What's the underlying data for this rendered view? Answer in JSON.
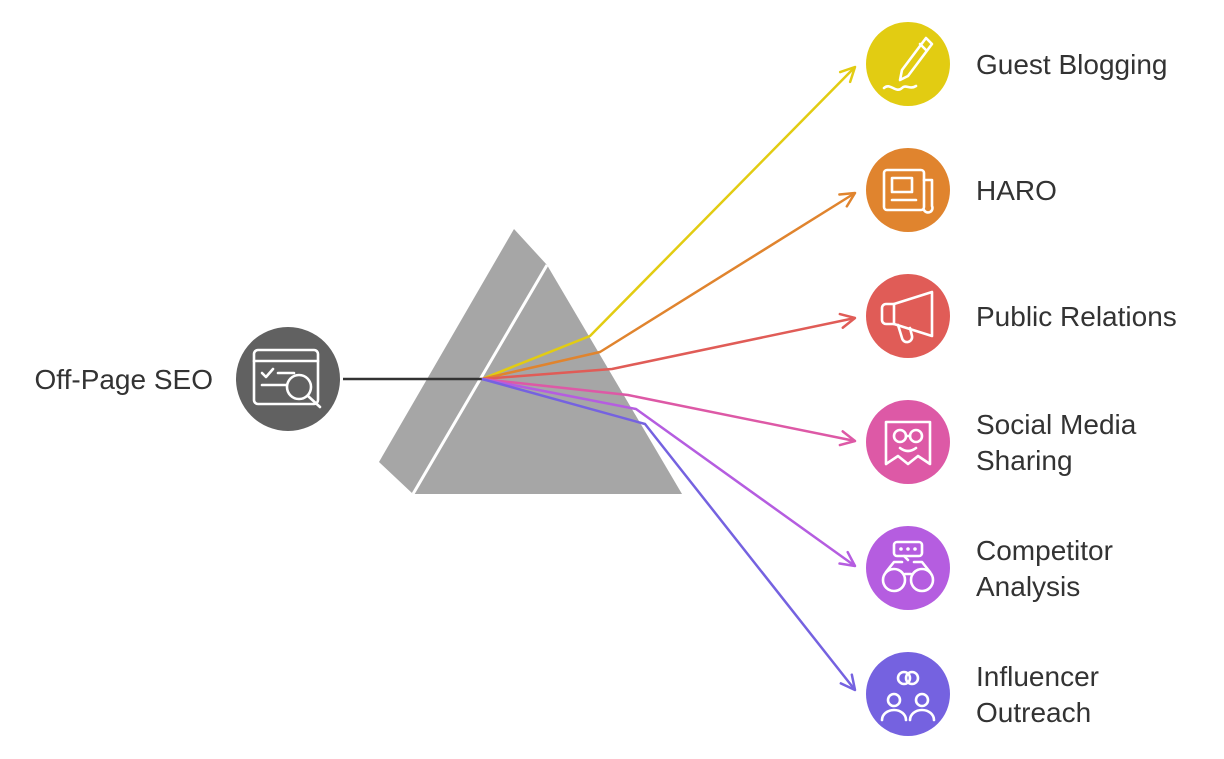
{
  "source": {
    "label": "Off-Page SEO",
    "icon": "web-search-icon",
    "color": "#616161"
  },
  "prism_color": "#a6a6a6",
  "outputs": [
    {
      "lines": [
        "Guest Blogging"
      ],
      "icon": "pen-writing-icon",
      "color": "#e2cc12"
    },
    {
      "lines": [
        "HARO"
      ],
      "icon": "newspaper-icon",
      "color": "#e0842e"
    },
    {
      "lines": [
        "Public Relations"
      ],
      "icon": "megaphone-icon",
      "color": "#e05c57"
    },
    {
      "lines": [
        "Social Media",
        "Sharing"
      ],
      "icon": "social-glasses-icon",
      "color": "#dd59a6"
    },
    {
      "lines": [
        "Competitor",
        "Analysis"
      ],
      "icon": "binoculars-icon",
      "color": "#b55de0"
    },
    {
      "lines": [
        "Influencer",
        "Outreach"
      ],
      "icon": "people-connection-icon",
      "color": "#7562e0"
    }
  ]
}
